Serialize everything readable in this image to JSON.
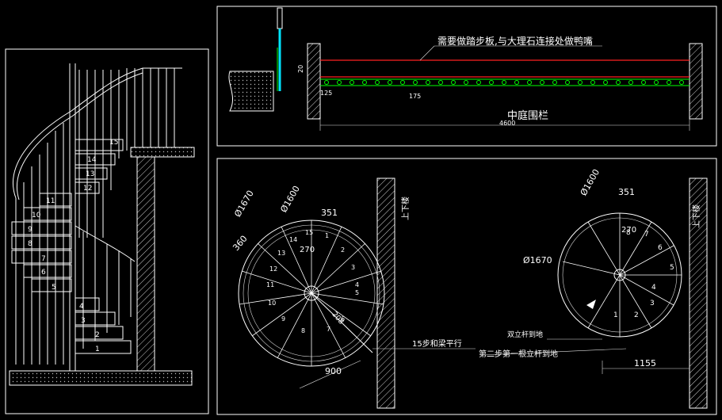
{
  "panels": {
    "left": {
      "step_numbers": [
        "1",
        "2",
        "3",
        "4",
        "5",
        "6",
        "7",
        "8",
        "9",
        "10",
        "11",
        "12",
        "13",
        "14",
        "15"
      ]
    },
    "top_right": {
      "note": "需要做踏步板,与大理石连接处做鸭嘴",
      "title": "中庭围栏",
      "dims": {
        "height": "20",
        "post_spacing": "125",
        "spacing_b": "175",
        "total": "4600"
      }
    },
    "bottom_left": {
      "dims": {
        "d1": "Ø1670",
        "d2": "Ø1600",
        "w": "351",
        "r": "360",
        "inner": "270",
        "inner2": "208",
        "span": "900"
      },
      "step_numbers": [
        "1",
        "2",
        "3",
        "4",
        "5",
        "6",
        "7",
        "8",
        "9",
        "10",
        "11",
        "12",
        "13",
        "14",
        "15"
      ],
      "notes": {
        "parallel": "15步和梁平行",
        "wall": "上下楼"
      }
    },
    "bottom_right": {
      "dims": {
        "d1": "Ø1600",
        "d2": "Ø1670",
        "w": "351",
        "inner": "270",
        "span": "1155"
      },
      "step_numbers": [
        "1",
        "2",
        "3",
        "4",
        "5",
        "6",
        "7",
        "8"
      ],
      "notes": {
        "double_post": "双立杆到地",
        "second_step": "第二步第一根立杆到地",
        "wall": "上下楼"
      }
    }
  },
  "colors": {
    "bg": "#000000",
    "line": "#ffffff",
    "accent_cyan": "#00e5ff",
    "accent_green": "#00ff00",
    "accent_red": "#ff2020"
  }
}
